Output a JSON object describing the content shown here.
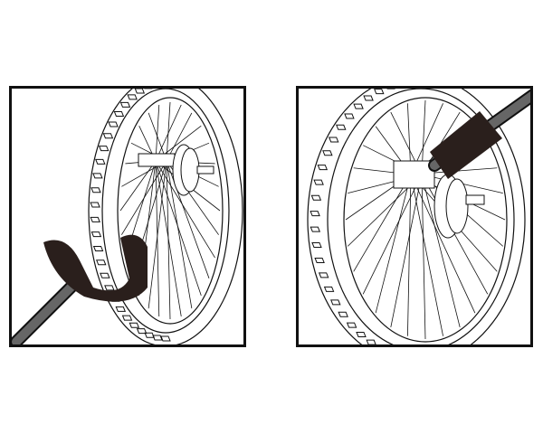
{
  "panels": [
    {
      "illustration": "wheel-brush-cleaning-tire",
      "brush_position": "rim-bottom"
    },
    {
      "illustration": "wheel-brush-cleaning-cassette",
      "brush_position": "cassette"
    }
  ],
  "colors": {
    "line": "#111111",
    "bristle": "#2a1f1c",
    "handle": "#555555",
    "background": "#ffffff"
  }
}
